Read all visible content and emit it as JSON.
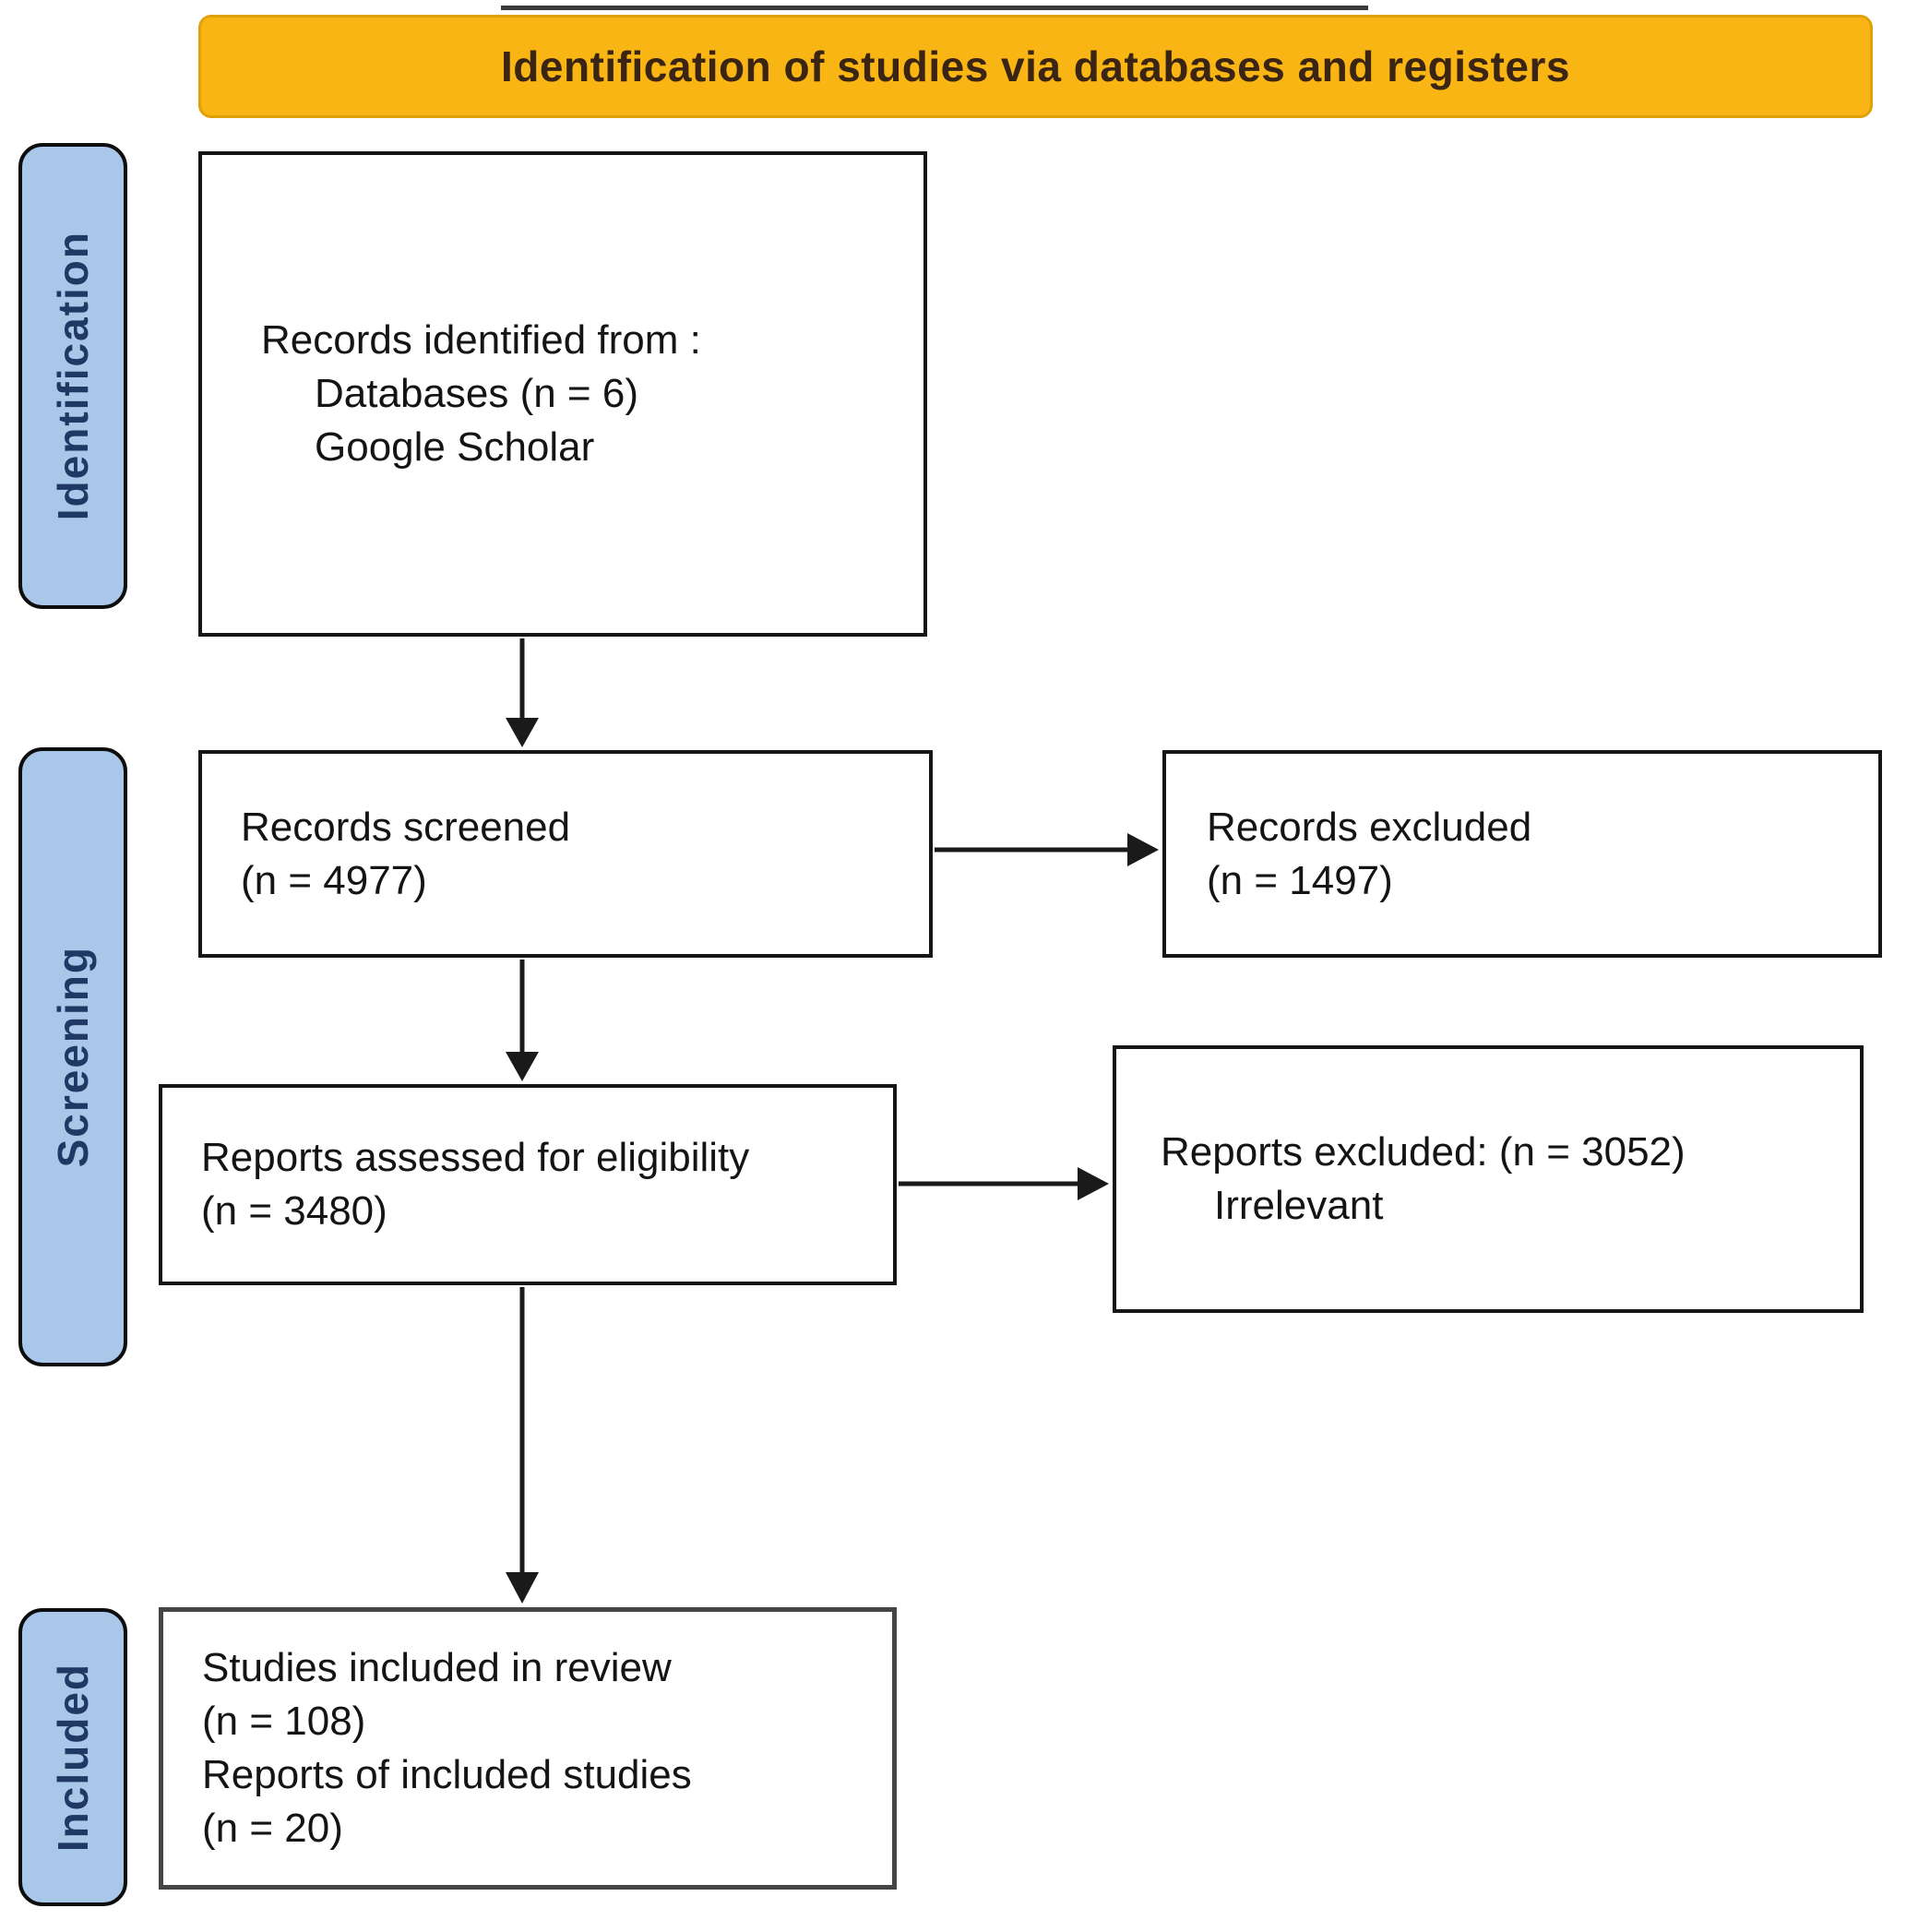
{
  "header": {
    "title": "Identification of studies via databases and registers"
  },
  "stages": [
    {
      "id": "identification",
      "label": "Identification"
    },
    {
      "id": "screening",
      "label": "Screening"
    },
    {
      "id": "included",
      "label": "Included"
    }
  ],
  "boxes": {
    "records_identified": {
      "lines": [
        "Records identified from :",
        "Databases (n = 6)",
        "Google Scholar"
      ]
    },
    "records_screened": {
      "lines": [
        "Records screened",
        "(n = 4977)"
      ]
    },
    "records_excluded": {
      "lines": [
        "Records excluded",
        "(n = 1497)"
      ]
    },
    "reports_assessed": {
      "lines": [
        "Reports assessed for eligibility",
        "(n = 3480)"
      ]
    },
    "reports_excluded": {
      "lines": [
        "Reports excluded: (n = 3052)",
        "Irrelevant"
      ]
    },
    "studies_included": {
      "lines": [
        "Studies included in review",
        "(n = 108)",
        "Reports of included studies",
        "(n = 20)"
      ]
    }
  },
  "colors": {
    "header_bg": "#F9B513",
    "header_border": "#DFA00A",
    "header_text": "#3A2413",
    "stage_bg": "#A9C7E8",
    "stage_text": "#1F3864",
    "box_border": "#161616",
    "arrow": "#1A1A1A"
  }
}
